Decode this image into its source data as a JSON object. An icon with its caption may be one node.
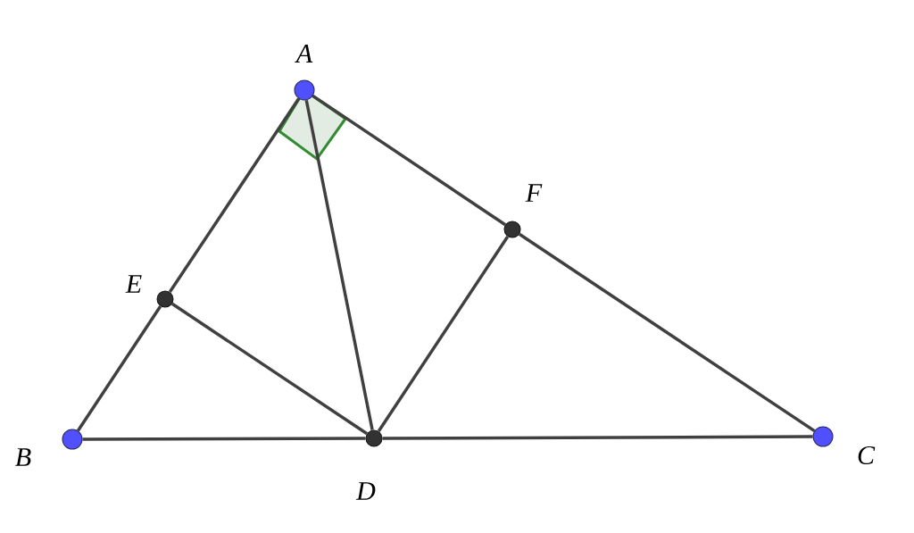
{
  "diagram": {
    "nodes": [
      {
        "text": [
          "A"
        ]
      },
      {
        "text": [
          "B"
        ]
      },
      {
        "text": [
          "C"
        ]
      },
      {
        "text": [
          "D"
        ]
      },
      {
        "text": [
          "E"
        ]
      },
      {
        "text": [
          "F"
        ]
      }
    ],
    "edges": [
      {
        "from": 0,
        "to": 4,
        "arrow": "none"
      },
      {
        "from": 4,
        "to": 1,
        "arrow": "none"
      },
      {
        "from": 0,
        "to": 5,
        "arrow": "none"
      },
      {
        "from": 5,
        "to": 2,
        "arrow": "none"
      },
      {
        "from": 1,
        "to": 3,
        "arrow": "none"
      },
      {
        "from": 3,
        "to": 2,
        "arrow": "none"
      },
      {
        "from": 0,
        "to": 3,
        "arrow": "none"
      },
      {
        "from": 4,
        "to": 3,
        "arrow": "none"
      },
      {
        "from": 5,
        "to": 3,
        "arrow": "none"
      }
    ]
  }
}
